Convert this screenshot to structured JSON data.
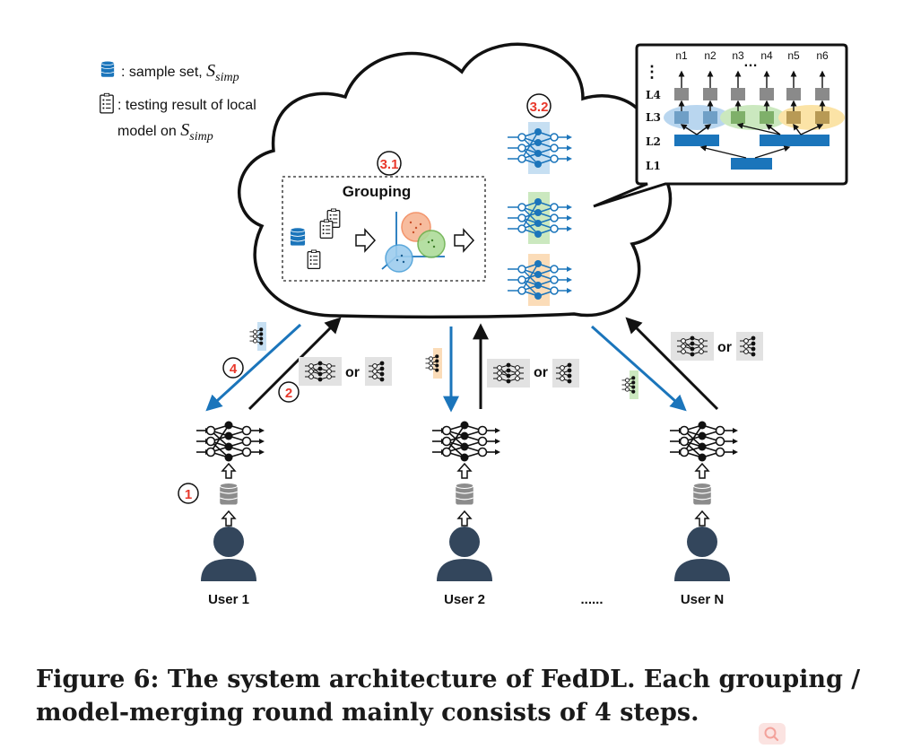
{
  "legend": {
    "sample_set": ": sample set, ",
    "sample_set_math": "S",
    "sample_set_sub": "simp",
    "testing_line1": ": testing result of local",
    "testing_line2": "model on ",
    "testing_math": "S",
    "testing_sub": "simp"
  },
  "cloud": {
    "grouping_title": "Grouping"
  },
  "steps": {
    "s1": "1",
    "s2": "2",
    "s31": "3.1",
    "s32": "3.2",
    "s4": "4"
  },
  "inset": {
    "dots": "⋮",
    "top_dots": "…",
    "neurons": [
      "n1",
      "n2",
      "n3",
      "n4",
      "n5",
      "n6"
    ],
    "layers": [
      "L4",
      "L3",
      "L2",
      "L1"
    ]
  },
  "or_labels": [
    "or",
    "or",
    "or"
  ],
  "users": [
    {
      "label": "User 1"
    },
    {
      "label": "User 2"
    },
    {
      "label": "User N"
    }
  ],
  "ellipsis": "......",
  "caption": {
    "line1": "Figure 6: The system architecture of FedDL. Each grouping /",
    "line2": "model-merging round mainly consists of 4 steps."
  },
  "colors": {
    "blue_arrow": "#1b75bb",
    "step_red": "#e8382b",
    "user_dark": "#33465c",
    "group_blue": "#c6dff2",
    "group_green": "#cbe8bf",
    "group_orange": "#fbdcb8"
  }
}
